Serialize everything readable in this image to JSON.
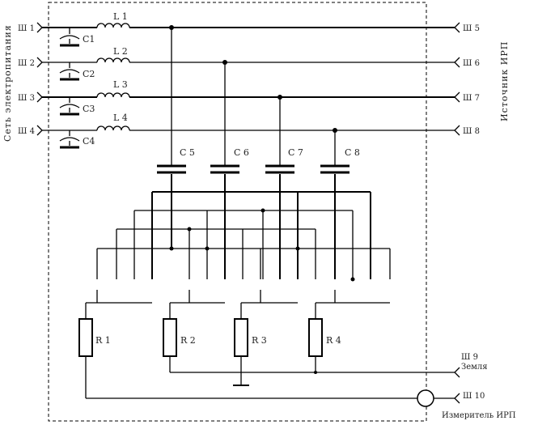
{
  "left_side_label": "Сеть электропитания",
  "right_side_label": "Источник ИРП",
  "connectors_left": [
    "Ш 1",
    "Ш 2",
    "Ш 3",
    "Ш 4"
  ],
  "connectors_right": [
    "Ш 5",
    "Ш 6",
    "Ш 7",
    "Ш 8"
  ],
  "inductors": [
    "L 1",
    "L 2",
    "L 3",
    "L 4"
  ],
  "input_caps": [
    "C1",
    "C2",
    "C3",
    "C4"
  ],
  "coupling_caps": [
    "C 5",
    "C 6",
    "C 7",
    "C 8"
  ],
  "resistors": [
    "R 1",
    "R 2",
    "R 3",
    "R 4"
  ],
  "ground_connector": "Ш 9",
  "ground_label": "Земля",
  "meter_connector": "Ш 10",
  "meter_label": "Измеритель ИРП"
}
